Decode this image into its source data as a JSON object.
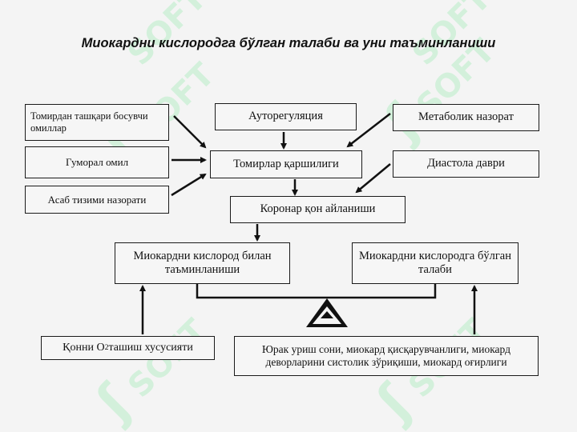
{
  "title": "Миокардни кислородга бўлган талаби ва уни таъминланиши",
  "watermark_text": "SOFT",
  "nodes": {
    "external": "Томирдан ташқари босувчи омиллар",
    "humoral": "Гуморал омил",
    "nervous": "Асаб тизими назорати",
    "autoreg": "Ауторегуляция",
    "metabolic": "Метаболик назорат",
    "resistance": "Томирлар қаршилиги",
    "diastole": "Диастола даври",
    "coronary": "Коронар қон айланиши",
    "supply": "Миокардни кислород билан таъминланиши",
    "demand": "Миокардни кислородга бўлган талаби",
    "blood_o2_prefix": "Қонни O",
    "blood_o2_sub": "2",
    "blood_o2_suffix": " ташиш хусусияти",
    "heart_factors": "Юрак уриш сони, миокард қисқарувчанлиги, миокард деворларини систолик зўриқиши, миокард оғирлиги"
  }
}
